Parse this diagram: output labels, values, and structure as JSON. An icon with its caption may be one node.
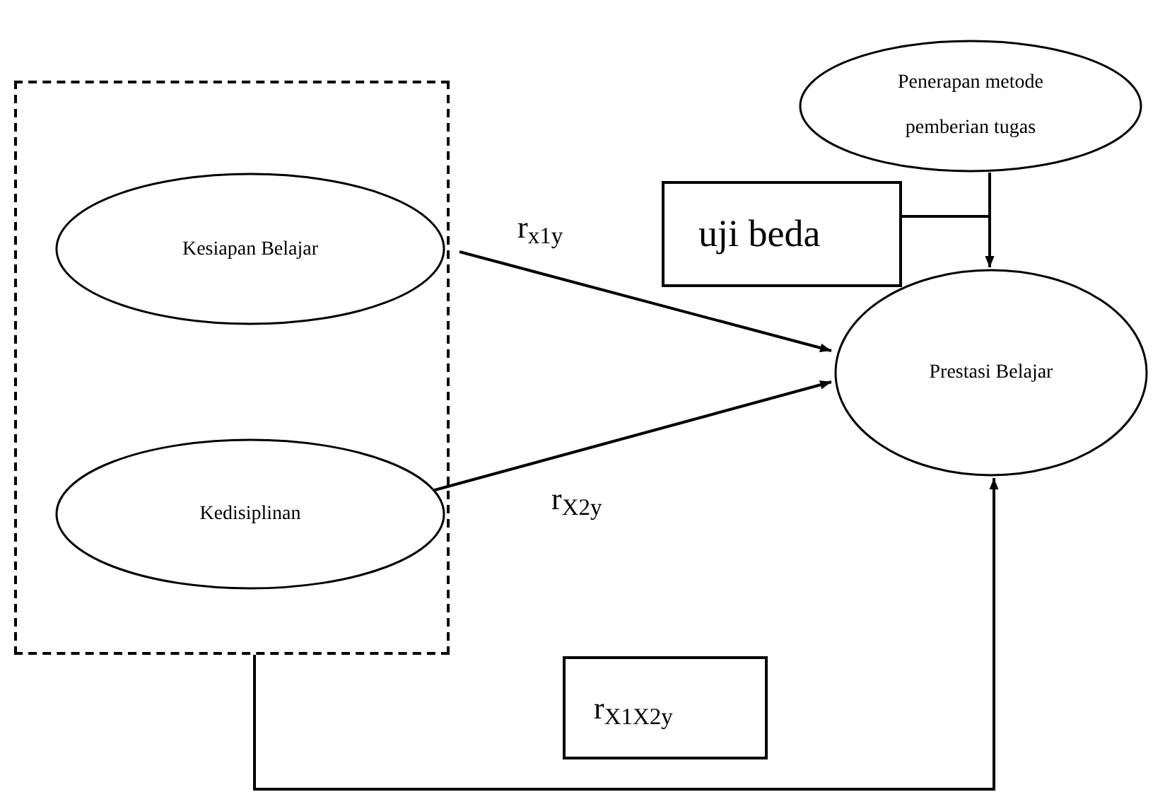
{
  "diagram": {
    "nodes": [
      {
        "text": [],
        "shape": "box"
      },
      {
        "text": [
          "Kesiapan Belajar"
        ],
        "in": 0
      },
      {
        "text": [
          "Kedisiplinan"
        ],
        "in": 0
      },
      {
        "text": [
          "Penerapan metode pemberian tugas"
        ]
      },
      {
        "text": [
          "uji beda"
        ]
      },
      {
        "text": [
          "Prestasi Belajar"
        ]
      },
      {
        "text": [
          "r$_{X1X2y}$"
        ]
      }
    ],
    "edges": [
      {
        "from": 1,
        "to": 5,
        "arrow": "to",
        "label": "r$_{x1y}$"
      },
      {
        "from": 2,
        "to": 5,
        "arrow": "to",
        "label": "r$_{X2y}$"
      },
      {
        "from": 3,
        "to": 5,
        "arrow": "to"
      },
      {
        "from": 4,
        "to": 5,
        "arrow": "to"
      },
      {
        "from": 0,
        "to": 5,
        "arrow": "to"
      }
    ]
  }
}
